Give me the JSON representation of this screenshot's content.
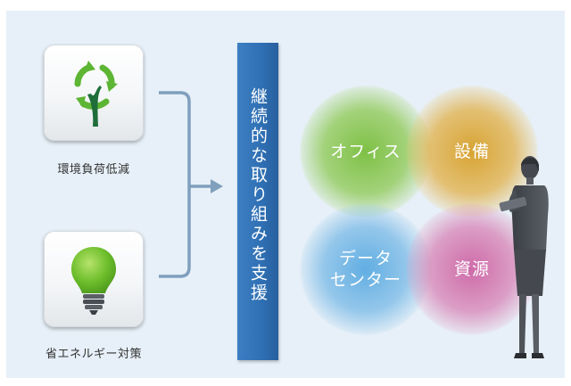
{
  "items": [
    {
      "label": "環境負荷低減",
      "icon": "tree-icon"
    },
    {
      "label": "省エネルギー対策",
      "icon": "lightbulb-icon"
    }
  ],
  "central_label": "継続的な取り組みを支援",
  "targets": [
    {
      "label": "オフィス",
      "color": "#7dbf3c"
    },
    {
      "label": "設備",
      "color": "#d9a02c"
    },
    {
      "label": "データ\nセンター",
      "color": "#5aaae1"
    },
    {
      "label": "資源",
      "color": "#cd64a5"
    }
  ],
  "colors": {
    "background": "#e7f0f8",
    "bar": "#2f6fb3",
    "connector": "#7f9fbd"
  }
}
